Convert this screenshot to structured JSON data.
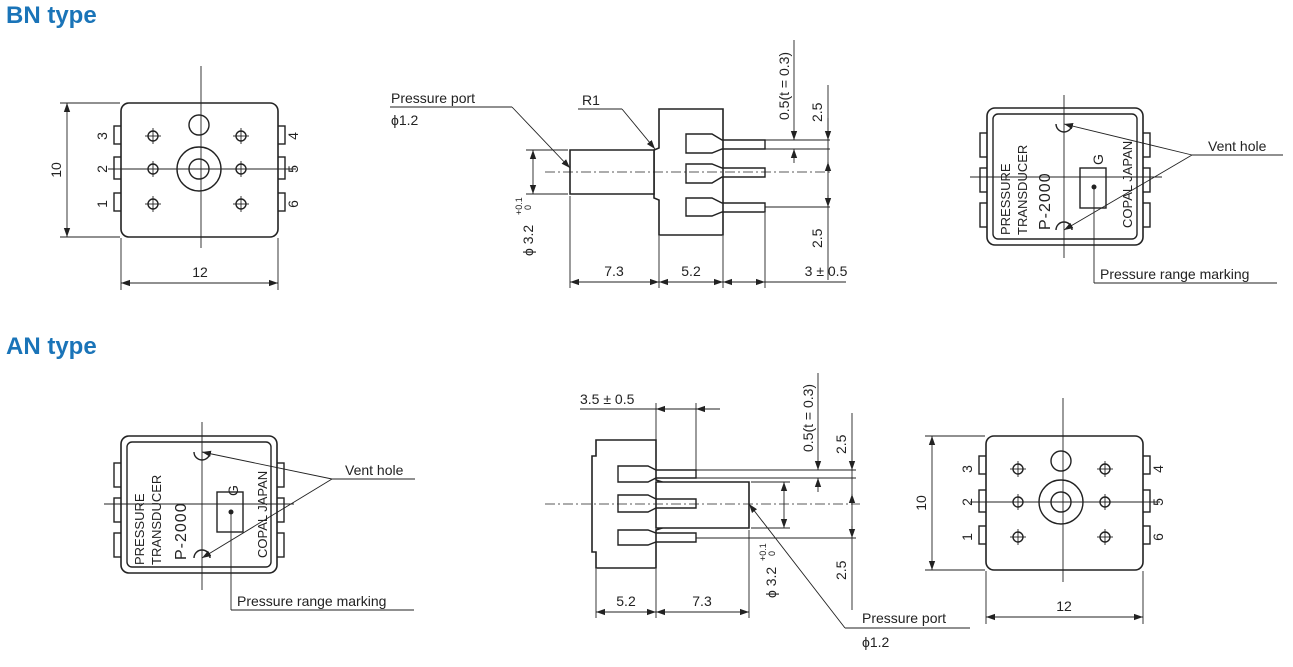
{
  "sections": {
    "bn": {
      "title": "BN type",
      "front": {
        "width_dim": "12",
        "height_dim": "10",
        "pins_left": [
          "3",
          "2",
          "1"
        ],
        "pins_right": [
          "4",
          "5",
          "6"
        ]
      },
      "side": {
        "port_label": "Pressure  port",
        "port_dia": "ϕ1.2",
        "radius_label": "R1",
        "lead_thickness": "0.5(t = 0.3)",
        "pitch_top": "2.5",
        "pitch_bottom": "2.5",
        "dia_label": "ϕ 3.2",
        "dia_tol": "+0.1",
        "dia_tol2": "0",
        "len_port": "7.3",
        "len_body": "5.2",
        "len_lead": "3 ± 0.5"
      },
      "rear": {
        "label_pressure": "PRESSURE",
        "label_transducer": "TRANSDUCER",
        "model": "P-2000",
        "brand": "COPAL JAPAN",
        "range_mark": "G",
        "vent_hole": "Vent hole",
        "range_marking": "Pressure range marking"
      }
    },
    "an": {
      "title": "AN type",
      "rear": {
        "label_pressure": "PRESSURE",
        "label_transducer": "TRANSDUCER",
        "model": "P-2000",
        "brand": "COPAL JAPAN",
        "range_mark": "G",
        "vent_hole": "Vent hole",
        "range_marking": "Pressure range marking"
      },
      "side": {
        "lead_len": "3.5 ± 0.5",
        "lead_thickness": "0.5(t = 0.3)",
        "pitch_top": "2.5",
        "pitch_bottom": "2.5",
        "dia_label": "ϕ 3.2",
        "dia_tol": "+0.1",
        "dia_tol2": "0",
        "len_body": "5.2",
        "len_port": "7.3",
        "port_label": "Pressure  port",
        "port_dia": "ϕ1.2"
      },
      "front": {
        "width_dim": "12",
        "height_dim": "10",
        "pins_left": [
          "3",
          "2",
          "1"
        ],
        "pins_right": [
          "4",
          "5",
          "6"
        ]
      }
    }
  }
}
